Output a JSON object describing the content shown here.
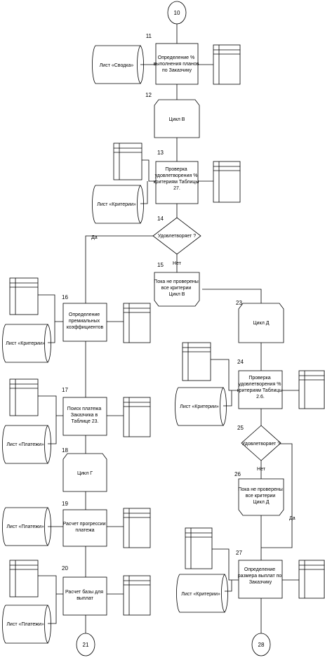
{
  "connectors": {
    "c10": "10",
    "c21": "21",
    "c28": "28"
  },
  "steps": {
    "s11": {
      "num": "11",
      "lines": [
        "Определение %",
        "выполнения планов",
        "по Заказчику"
      ]
    },
    "s12": {
      "num": "12",
      "lines": [
        "Цикл В"
      ]
    },
    "s13": {
      "num": "13",
      "lines": [
        "Проверка",
        "удовлетворения %",
        "критериям Таблицы",
        "27."
      ]
    },
    "s14": {
      "num": "14",
      "lines": [
        "Удовлетворяет ?"
      ]
    },
    "s15": {
      "num": "15",
      "lines": [
        "Пока не проверены",
        "все критерии",
        "Цикл В"
      ]
    },
    "s16": {
      "num": "16",
      "lines": [
        "Определение",
        "премиальных",
        "коэффициентов"
      ]
    },
    "s17": {
      "num": "17",
      "lines": [
        "Поиск платежа",
        "Заказчика в",
        "Таблице 23."
      ]
    },
    "s18": {
      "num": "18",
      "lines": [
        "Цикл Г"
      ]
    },
    "s19": {
      "num": "19",
      "lines": [
        "Расчет прогрессии",
        "платежа"
      ]
    },
    "s20": {
      "num": "20",
      "lines": [
        "Расчет базы для",
        "выплат"
      ]
    },
    "s23": {
      "num": "23",
      "lines": [
        "Цикл Д"
      ]
    },
    "s24": {
      "num": "24",
      "lines": [
        "Проверка",
        "удовлетворения %",
        "критериям Таблицы",
        "2.6."
      ]
    },
    "s25": {
      "num": "25",
      "lines": [
        "Удовлетворяет ?"
      ]
    },
    "s26": {
      "num": "26",
      "lines": [
        "Пока не проверены",
        "все критерии",
        "Цикл Д"
      ]
    },
    "s27": {
      "num": "27",
      "lines": [
        "Определение",
        "размера выплат по",
        "Заказчику"
      ]
    }
  },
  "sheets": {
    "svodka": "Лист «Сводка»",
    "kriterii": "Лист «Критерии»",
    "kriterii_b": "Лист «Критерии»",
    "platezhi": "Лист «Платежи»"
  },
  "branches": {
    "yes": "Да",
    "no": "Нет"
  }
}
